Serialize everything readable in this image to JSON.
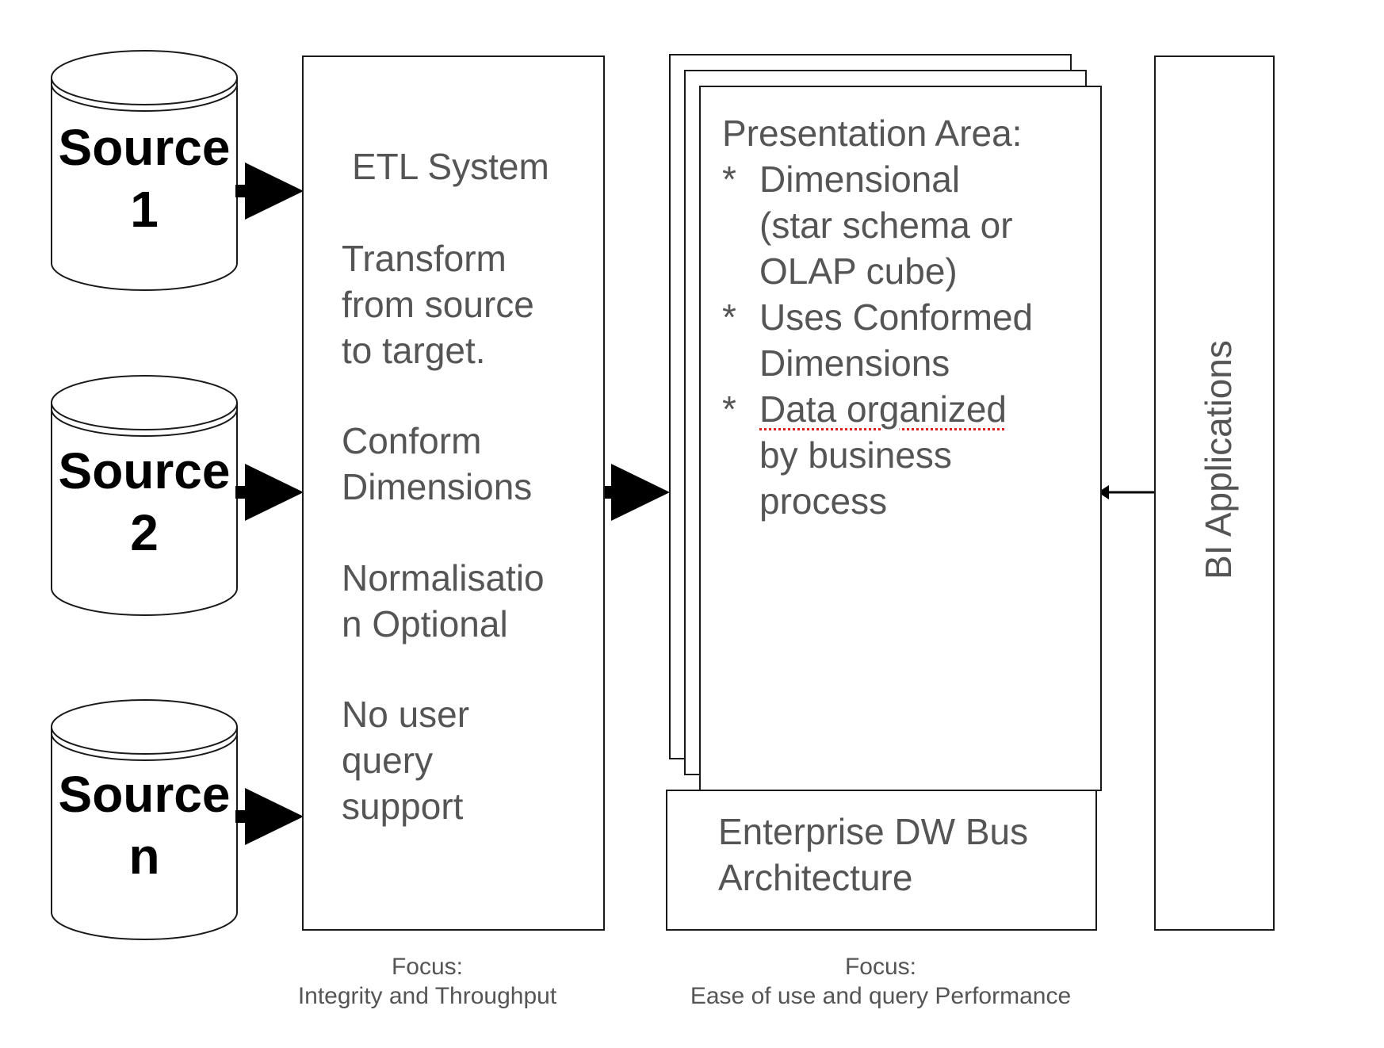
{
  "sources": [
    {
      "label_line1": "Source",
      "label_line2": "1"
    },
    {
      "label_line1": "Source",
      "label_line2": "2"
    },
    {
      "label_line1": "Source",
      "label_line2": "n"
    }
  ],
  "etl": {
    "title": "ETL System",
    "blocks": [
      [
        "Transform",
        "from source",
        "to target."
      ],
      [
        "Conform",
        "Dimensions"
      ],
      [
        "Normalisatio",
        "n Optional"
      ],
      [
        "No user",
        "query",
        "support"
      ]
    ]
  },
  "presentation": {
    "title": "Presentation Area:",
    "bullet_symbol": "*",
    "bullets": [
      [
        "Dimensional",
        "(star schema or",
        "OLAP cube)"
      ],
      [
        "Uses Conformed",
        "Dimensions"
      ],
      [
        "Data organized",
        "by business",
        "process"
      ]
    ]
  },
  "bus": {
    "line1": "Enterprise DW Bus",
    "line2": "Architecture"
  },
  "bi": {
    "label": "BI Applications"
  },
  "focus_etl": {
    "line1": "Focus:",
    "line2": "Integrity and Throughput"
  },
  "focus_presentation": {
    "line1": "Focus:",
    "line2": "Ease of use and query Performance"
  },
  "colors": {
    "stroke": "#1a1a1a",
    "text": "#555555",
    "source_text": "#000000",
    "spellcheck": "#e0201b"
  }
}
